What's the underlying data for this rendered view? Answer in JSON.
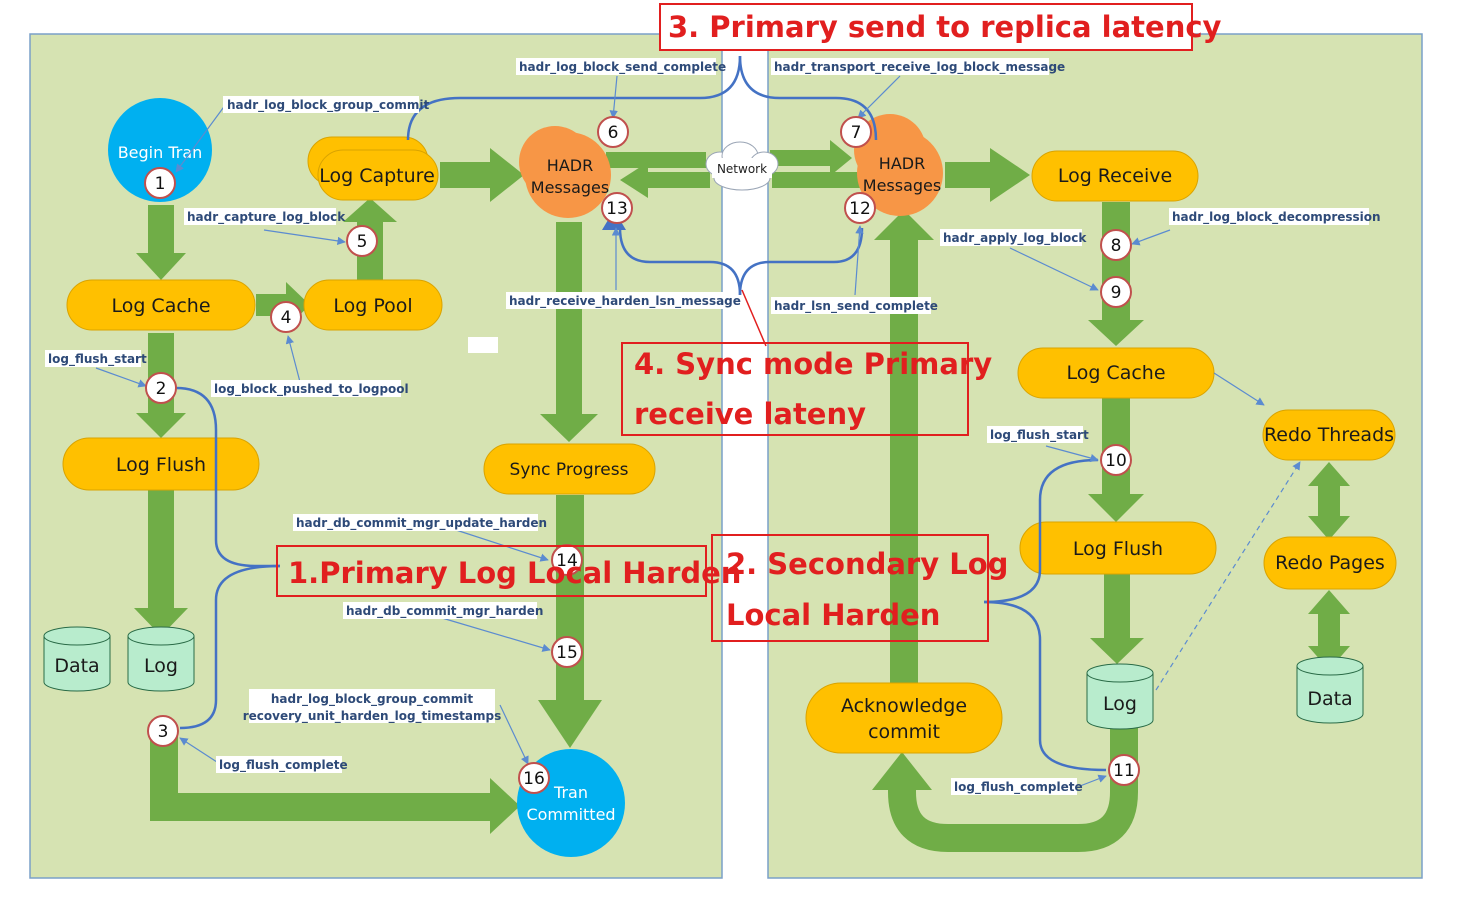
{
  "callouts": {
    "c1": "1.Primary Log Local Harden",
    "c2_line1": "2. Secondary Log",
    "c2_line2": "Local Harden",
    "c3": "3. Primary send to replica latency",
    "c4_line1": "4. Sync mode Primary",
    "c4_line2": "receive lateny"
  },
  "primary": {
    "begin_tran": "Begin Tran",
    "log_capture": "Log Capture",
    "log_cache": "Log Cache",
    "log_pool": "Log Pool",
    "log_flush": "Log Flush",
    "data": "Data",
    "log": "Log",
    "hadr_line1": "HADR",
    "hadr_line2": "Messages",
    "sync_progress": "Sync Progress",
    "tran_line1": "Tran",
    "tran_line2": "Committed"
  },
  "secondary": {
    "hadr_line1": "HADR",
    "hadr_line2": "Messages",
    "log_receive": "Log Receive",
    "log_cache": "Log Cache",
    "redo_threads": "Redo Threads",
    "log_flush": "Log Flush",
    "redo_pages": "Redo Pages",
    "log": "Log",
    "data": "Data",
    "ack_line1": "Acknowledge",
    "ack_line2": "commit"
  },
  "network": "Network",
  "events": {
    "group_commit": "hadr_log_block_group_commit",
    "send_complete": "hadr_log_block_send_complete",
    "transport_receive": "hadr_transport_receive_log_block_message",
    "capture_log_block": "hadr_capture_log_block",
    "decompression": "hadr_log_block_decompression",
    "apply_log_block": "hadr_apply_log_block",
    "receive_harden": "hadr_receive_harden_lsn_message",
    "lsn_send_complete": "hadr_lsn_send_complete",
    "log_flush_start_p": "log_flush_start",
    "pushed_to_logpool": "log_block_pushed_to_logpool",
    "log_flush_start_s": "log_flush_start",
    "update_harden": "hadr_db_commit_mgr_update_harden",
    "commit_mgr_harden": "hadr_db_commit_mgr_harden",
    "group_commit2": "hadr_log_block_group_commit",
    "recovery_unit": "recovery_unit_harden_log_timestamps",
    "log_flush_complete_p": "log_flush_complete",
    "log_flush_complete_s": "log_flush_complete"
  },
  "steps": [
    "1",
    "2",
    "3",
    "4",
    "5",
    "6",
    "7",
    "8",
    "9",
    "10",
    "11",
    "12",
    "13",
    "14",
    "15",
    "16"
  ],
  "colors": {
    "panel": "#d6e3b2",
    "arrow": "#70ad47",
    "pill": "#ffc000",
    "hadr": "#f79646",
    "blue_circle": "#00b0f0",
    "cylinder": "#b8eccd",
    "callout": "#e11f1f",
    "connector": "#4472c4"
  }
}
